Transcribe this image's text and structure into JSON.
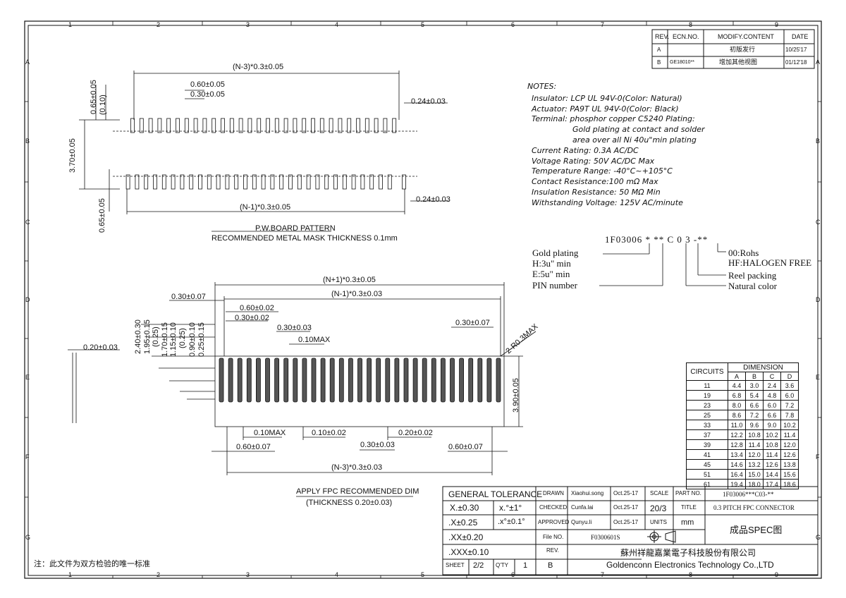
{
  "frame": {
    "zones_top": [
      "1",
      "2",
      "3",
      "4",
      "5",
      "6",
      "7",
      "8",
      "9"
    ],
    "zones_bottom": [
      "1",
      "2",
      "3",
      "4",
      "5",
      "6",
      "7",
      "8",
      "9"
    ],
    "zones_side": [
      "A",
      "B",
      "C",
      "D",
      "E",
      "F",
      "G"
    ]
  },
  "revision": {
    "headers": [
      "REV.",
      "ECN.NO.",
      "MODIFY.CONTENT",
      "DATE"
    ],
    "rows": [
      {
        "rev": "A",
        "ecn": "",
        "content": "初版发行",
        "date": "10/25'17"
      },
      {
        "rev": "B",
        "ecn": "GE18010**",
        "content": "增加其他视图",
        "date": "01/12'18"
      }
    ]
  },
  "notes": {
    "title": "NOTES:",
    "lines": [
      "Insulator: LCP UL 94V-0(Color: Natural)",
      "Actuator: PA9T UL 94V-0(Color: Black)",
      "Terminal: phosphor copper C5240 Plating:",
      "Gold plating at contact and solder",
      "area over all Ni 40u\"min plating",
      "Current Rating: 0.3A AC/DC",
      "Voltage Rating: 50V AC/DC Max",
      "Temperature Range: -40°C~+105°C",
      "Contact Resistance:100 mΩ Max",
      "Insulation Resistance: 50 MΩ Min",
      "Withstanding Voltage: 125V AC/minute"
    ]
  },
  "part_code": {
    "code": "1F03006 * ** C 0 3 -**",
    "left_labels": [
      "Gold plating",
      "H:3u\" min",
      "E:5u\" min",
      "PIN number"
    ],
    "right_labels": [
      "00:Rohs",
      "HF:HALOGEN FREE",
      "Reel packing",
      "Natural color"
    ]
  },
  "pcb_view": {
    "dims": {
      "top_span": "(N-3)*0.3±0.05",
      "pitch2": "0.60±0.05",
      "pitch": "0.30±0.05",
      "pad_w_top": "0.24±0.03",
      "left1": "0.65±0.05",
      "left2": "(0.10)",
      "height": "3.70±0.05",
      "bottom_span": "(N-1)*0.3±0.05",
      "pad_w_bottom": "0.24±0.03",
      "left3": "0.65±0.05"
    },
    "caption1": "P.W.BOARD PATTERN",
    "caption2": "RECOMMENDED METAL MASK THICKNESS 0.1mm"
  },
  "fpc_view": {
    "dims": {
      "span_n1p": "(N+1)*0.3±0.05",
      "span_n1m": "(N-1)*0.3±0.03",
      "left_edge": "0.30±0.07",
      "p060": "0.60±0.02",
      "p030": "0.30±0.02",
      "p030b": "0.30±0.03",
      "max010": "0.10MAX",
      "right_edge": "0.30±0.07",
      "radius": "2-R0.3MAX",
      "thick": "0.20±0.03",
      "height": "3.90±0.05",
      "v240": "2.40±0.30",
      "v195": "1.95±0.15",
      "v025a": "(0.25)",
      "v170": "1.70±0.15",
      "v115": "1.15±0.10",
      "v025b": "(0.25)",
      "v090": "0.90±0.10",
      "v025c": "0.25±0.15",
      "b_max": "0.10MAX",
      "b_010": "0.10±0.02",
      "b_020": "0.20±0.02",
      "b_060l": "0.60±0.07",
      "b_030": "0.30±0.03",
      "b_060r": "0.60±0.07",
      "b_span": "(N-3)*0.3±0.03"
    },
    "caption1": "APPLY FPC RECOMMENDED DIM",
    "caption2": "(THICKNESS 0.20±0.03)"
  },
  "dimension_table": {
    "title": "DIMENSION",
    "circuits_label": "CIRCUITS",
    "cols": [
      "A",
      "B",
      "C",
      "D"
    ],
    "rows": [
      [
        "11",
        "4.4",
        "3.0",
        "2.4",
        "3.6"
      ],
      [
        "19",
        "6.8",
        "5.4",
        "4.8",
        "6.0"
      ],
      [
        "23",
        "8.0",
        "6.6",
        "6.0",
        "7.2"
      ],
      [
        "25",
        "8.6",
        "7.2",
        "6.6",
        "7.8"
      ],
      [
        "33",
        "11.0",
        "9.6",
        "9.0",
        "10.2"
      ],
      [
        "37",
        "12.2",
        "10.8",
        "10.2",
        "11.4"
      ],
      [
        "39",
        "12.8",
        "11.4",
        "10.8",
        "12.0"
      ],
      [
        "41",
        "13.4",
        "12.0",
        "11.4",
        "12.6"
      ],
      [
        "45",
        "14.6",
        "13.2",
        "12.6",
        "13.8"
      ],
      [
        "51",
        "16.4",
        "15.0",
        "14.4",
        "15.6"
      ],
      [
        "61",
        "19.4",
        "18.0",
        "17.4",
        "18.6"
      ]
    ]
  },
  "title_block": {
    "general_tolerance": "GENERAL TOLERANCE",
    "tol1": "X.±0.30",
    "ang1": "x.°±1°",
    "tol2": ".X±0.25",
    "ang2": ".x°±0.1°",
    "tol3": ".XX±0.20",
    "tol4": ".XXX±0.10",
    "drawn_label": "DRAWN",
    "drawn_name": "Xiaohui.song",
    "drawn_date": "Oct.25-17",
    "checked_label": "CHECKED",
    "checked_name": "Cunfa.lai",
    "checked_date": "Oct.25-17",
    "approved_label": "APPROVED",
    "approved_name": "Qunyu.li",
    "approved_date": "Oct.25-17",
    "scale_label": "SCALE",
    "scale_value": "20/3",
    "units_label": "UNITS",
    "units_value": "mm",
    "part_no_label": "PART NO.",
    "part_no": "1F03006***C03-**",
    "title_label": "TITLE",
    "title_value": "0.3 PITCH FPC CONNECTOR",
    "spec": "成品SPEC图",
    "file_no_label": "File NO.",
    "file_no": "F0300601S",
    "rev_label": "REV.",
    "rev_value": "B",
    "sheet_label": "SHEET",
    "sheet_value": "2/2",
    "qty_label": "Q'TY",
    "qty_value": "1",
    "company_cn": "蘇州祥龍嘉業電子科技股份有限公司",
    "company_en": "Goldenconn Electronics Technology Co.,LTD"
  },
  "footer_note": "注：此文件为双方检验的唯一标准"
}
